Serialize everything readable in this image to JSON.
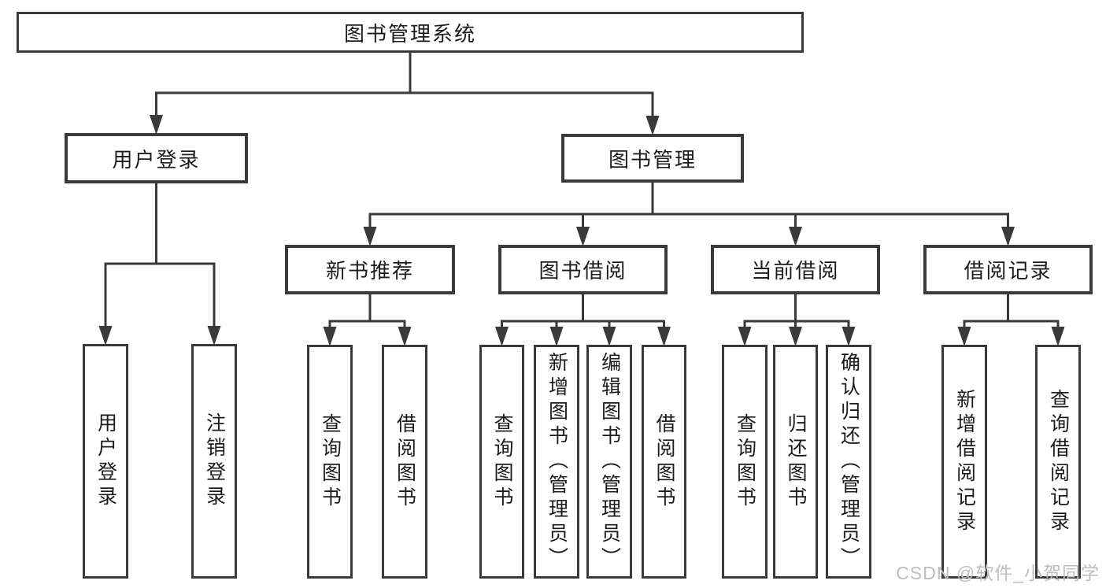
{
  "diagram": {
    "title": "图书管理系统",
    "nodes": [
      {
        "id": "root",
        "label": "图书管理系统",
        "orientation": "h"
      },
      {
        "id": "user-login",
        "label": "用户登录",
        "orientation": "h"
      },
      {
        "id": "book-mgmt",
        "label": "图书管理",
        "orientation": "h"
      },
      {
        "id": "rec",
        "label": "新书推荐",
        "orientation": "h"
      },
      {
        "id": "borrow",
        "label": "图书借阅",
        "orientation": "h"
      },
      {
        "id": "current",
        "label": "当前借阅",
        "orientation": "h"
      },
      {
        "id": "record",
        "label": "借阅记录",
        "orientation": "h"
      },
      {
        "id": "login",
        "label": "用户登录",
        "orientation": "v"
      },
      {
        "id": "logout",
        "label": "注销登录",
        "orientation": "v"
      },
      {
        "id": "nbr-query",
        "label": "查询图书",
        "orientation": "v"
      },
      {
        "id": "nbr-borrow",
        "label": "借阅图书",
        "orientation": "v"
      },
      {
        "id": "bb-query",
        "label": "查询图书",
        "orientation": "v"
      },
      {
        "id": "bb-add",
        "label": "新增图书（管理员）",
        "orientation": "v"
      },
      {
        "id": "bb-edit",
        "label": "编辑图书（管理员）",
        "orientation": "v"
      },
      {
        "id": "bb-borrow",
        "label": "借阅图书",
        "orientation": "v"
      },
      {
        "id": "cb-query",
        "label": "查询图书",
        "orientation": "v"
      },
      {
        "id": "cb-return",
        "label": "归还图书",
        "orientation": "v"
      },
      {
        "id": "cb-confirm",
        "label": "确认归还（管理员）",
        "orientation": "v"
      },
      {
        "id": "br-add",
        "label": "新增借阅记录",
        "orientation": "v"
      },
      {
        "id": "br-query",
        "label": "查询借阅记录",
        "orientation": "v"
      }
    ],
    "edge_groups": [
      {
        "parent": "root",
        "children": [
          "user-login",
          "book-mgmt"
        ]
      },
      {
        "parent": "user-login",
        "children": [
          "login",
          "logout"
        ]
      },
      {
        "parent": "book-mgmt",
        "children": [
          "rec",
          "borrow",
          "current",
          "record"
        ]
      },
      {
        "parent": "rec",
        "children": [
          "nbr-query",
          "nbr-borrow"
        ]
      },
      {
        "parent": "borrow",
        "children": [
          "bb-query",
          "bb-add",
          "bb-edit",
          "bb-borrow"
        ]
      },
      {
        "parent": "current",
        "children": [
          "cb-query",
          "cb-return",
          "cb-confirm"
        ]
      },
      {
        "parent": "record",
        "children": [
          "br-add",
          "br-query"
        ]
      }
    ],
    "colors": {
      "line": "#3a3a3c",
      "box_border": "#3a3a3c",
      "text": "#1c1c1e",
      "background": "#ffffff"
    }
  },
  "watermark": {
    "text": "CSDN @软件_小贺同学",
    "color": "#bdbdbd"
  }
}
